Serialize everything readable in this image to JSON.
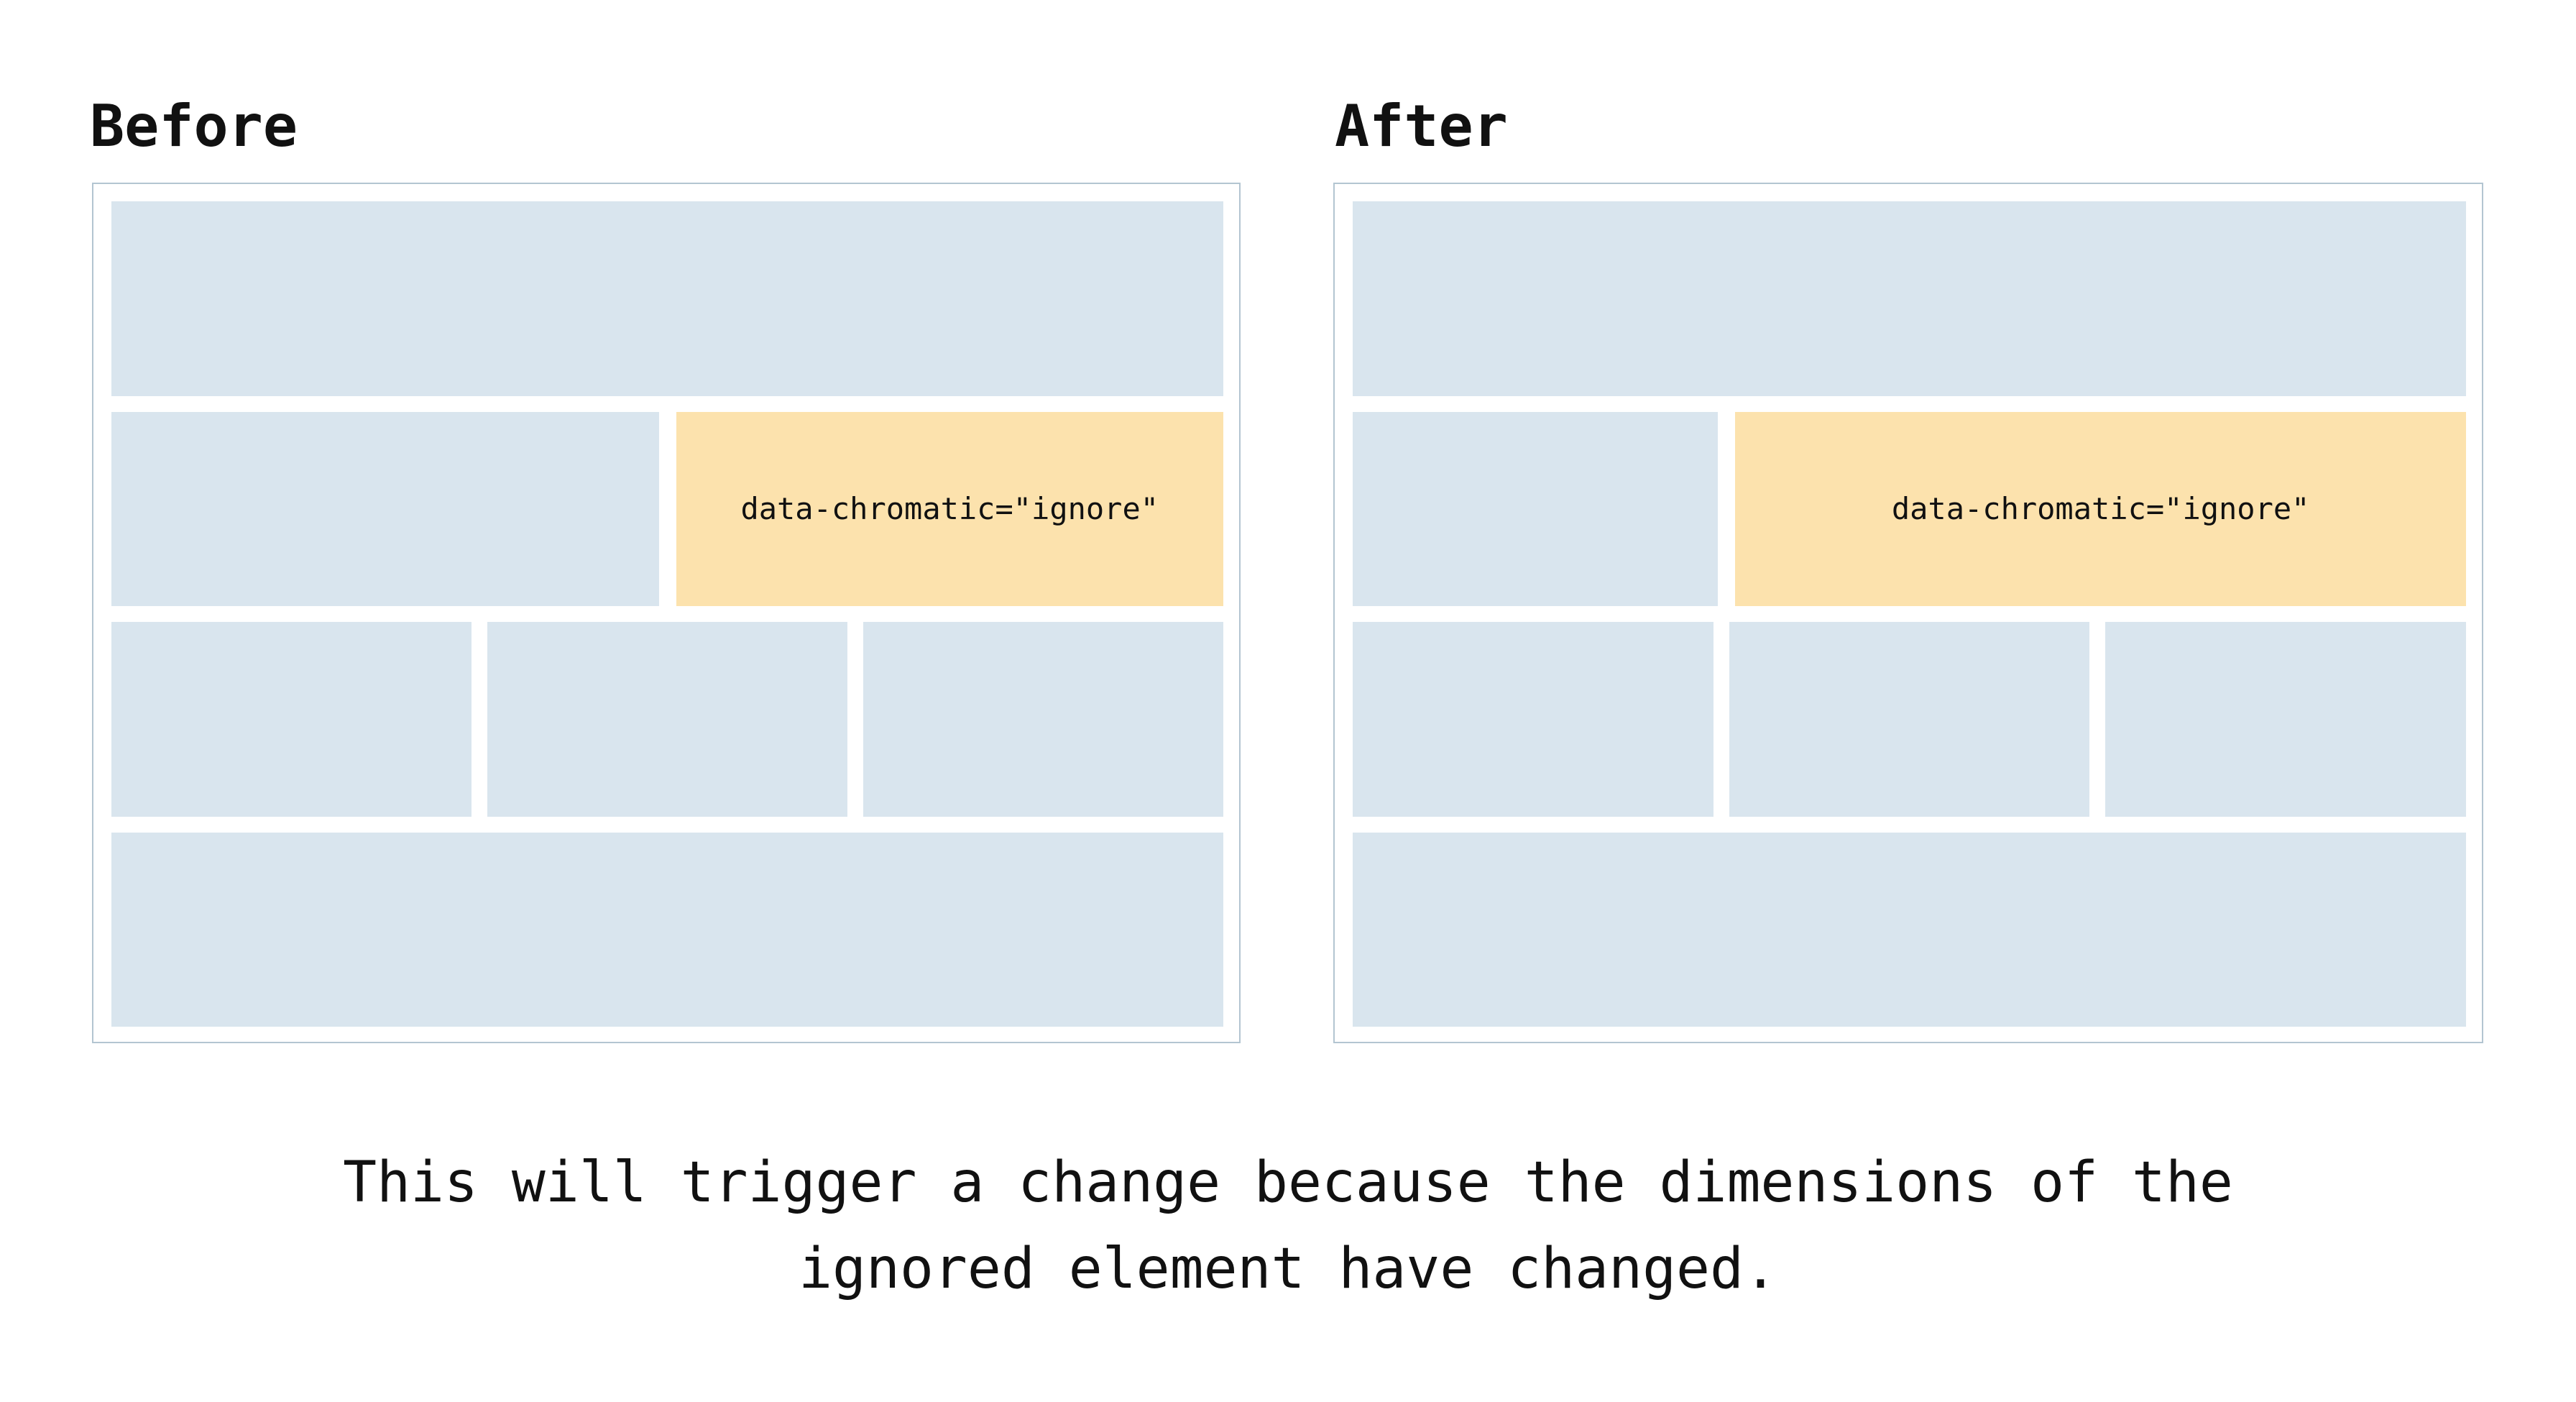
{
  "diagram": {
    "panels": [
      {
        "title": "Before",
        "ignore_label": "data-chromatic=\"ignore\""
      },
      {
        "title": "After",
        "ignore_label": "data-chromatic=\"ignore\""
      }
    ],
    "caption": {
      "line1": "This will trigger a change because the dimensions of the",
      "line2": "ignored element have changed."
    },
    "colors": {
      "placeholder_blue": "#d9e5ee",
      "ignored_orange": "#fce2ad",
      "panel_border": "#b3c5d1",
      "text": "#111111",
      "background": "#ffffff"
    }
  }
}
